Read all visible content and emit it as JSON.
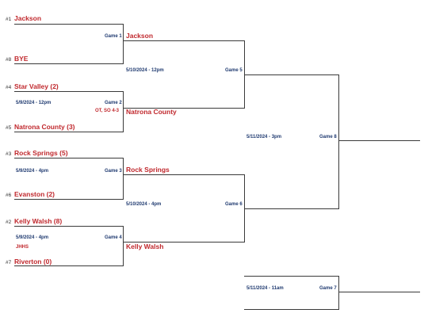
{
  "round1": [
    {
      "seed": "#1",
      "team": "Jackson"
    },
    {
      "seed": "#8",
      "team": "BYE"
    },
    {
      "seed": "#4",
      "team": "Star Valley (2)"
    },
    {
      "seed": "#5",
      "team": "Natrona County (3)"
    },
    {
      "seed": "#3",
      "team": "Rock Springs (5)"
    },
    {
      "seed": "#6",
      "team": "Evanston (2)"
    },
    {
      "seed": "#2",
      "team": "Kelly Walsh (8)"
    },
    {
      "seed": "#7",
      "team": "Riverton (0)"
    }
  ],
  "games": {
    "g1": {
      "label": "Game 1"
    },
    "g2": {
      "label": "Game 2",
      "date": "5/9/2024 - 12pm",
      "note": "OT, SO 4-3"
    },
    "g3": {
      "label": "Game 3",
      "date": "5/9/2024 - 4pm"
    },
    "g4": {
      "label": "Game 4",
      "date": "5/9/2024 - 4pm",
      "note": "JHHS"
    },
    "g5": {
      "label": "Game 5",
      "date": "5/10/2024 - 12pm"
    },
    "g6": {
      "label": "Game 6",
      "date": "5/10/2024 - 4pm"
    },
    "g7": {
      "label": "Game 7",
      "date": "5/11/2024 - 11am"
    },
    "g8": {
      "label": "Game 8",
      "date": "5/11/2024 - 3pm"
    }
  },
  "round2": [
    {
      "team": "Jackson"
    },
    {
      "team": "Natrona County"
    },
    {
      "team": "Rock Springs"
    },
    {
      "team": "Kelly Walsh"
    }
  ]
}
